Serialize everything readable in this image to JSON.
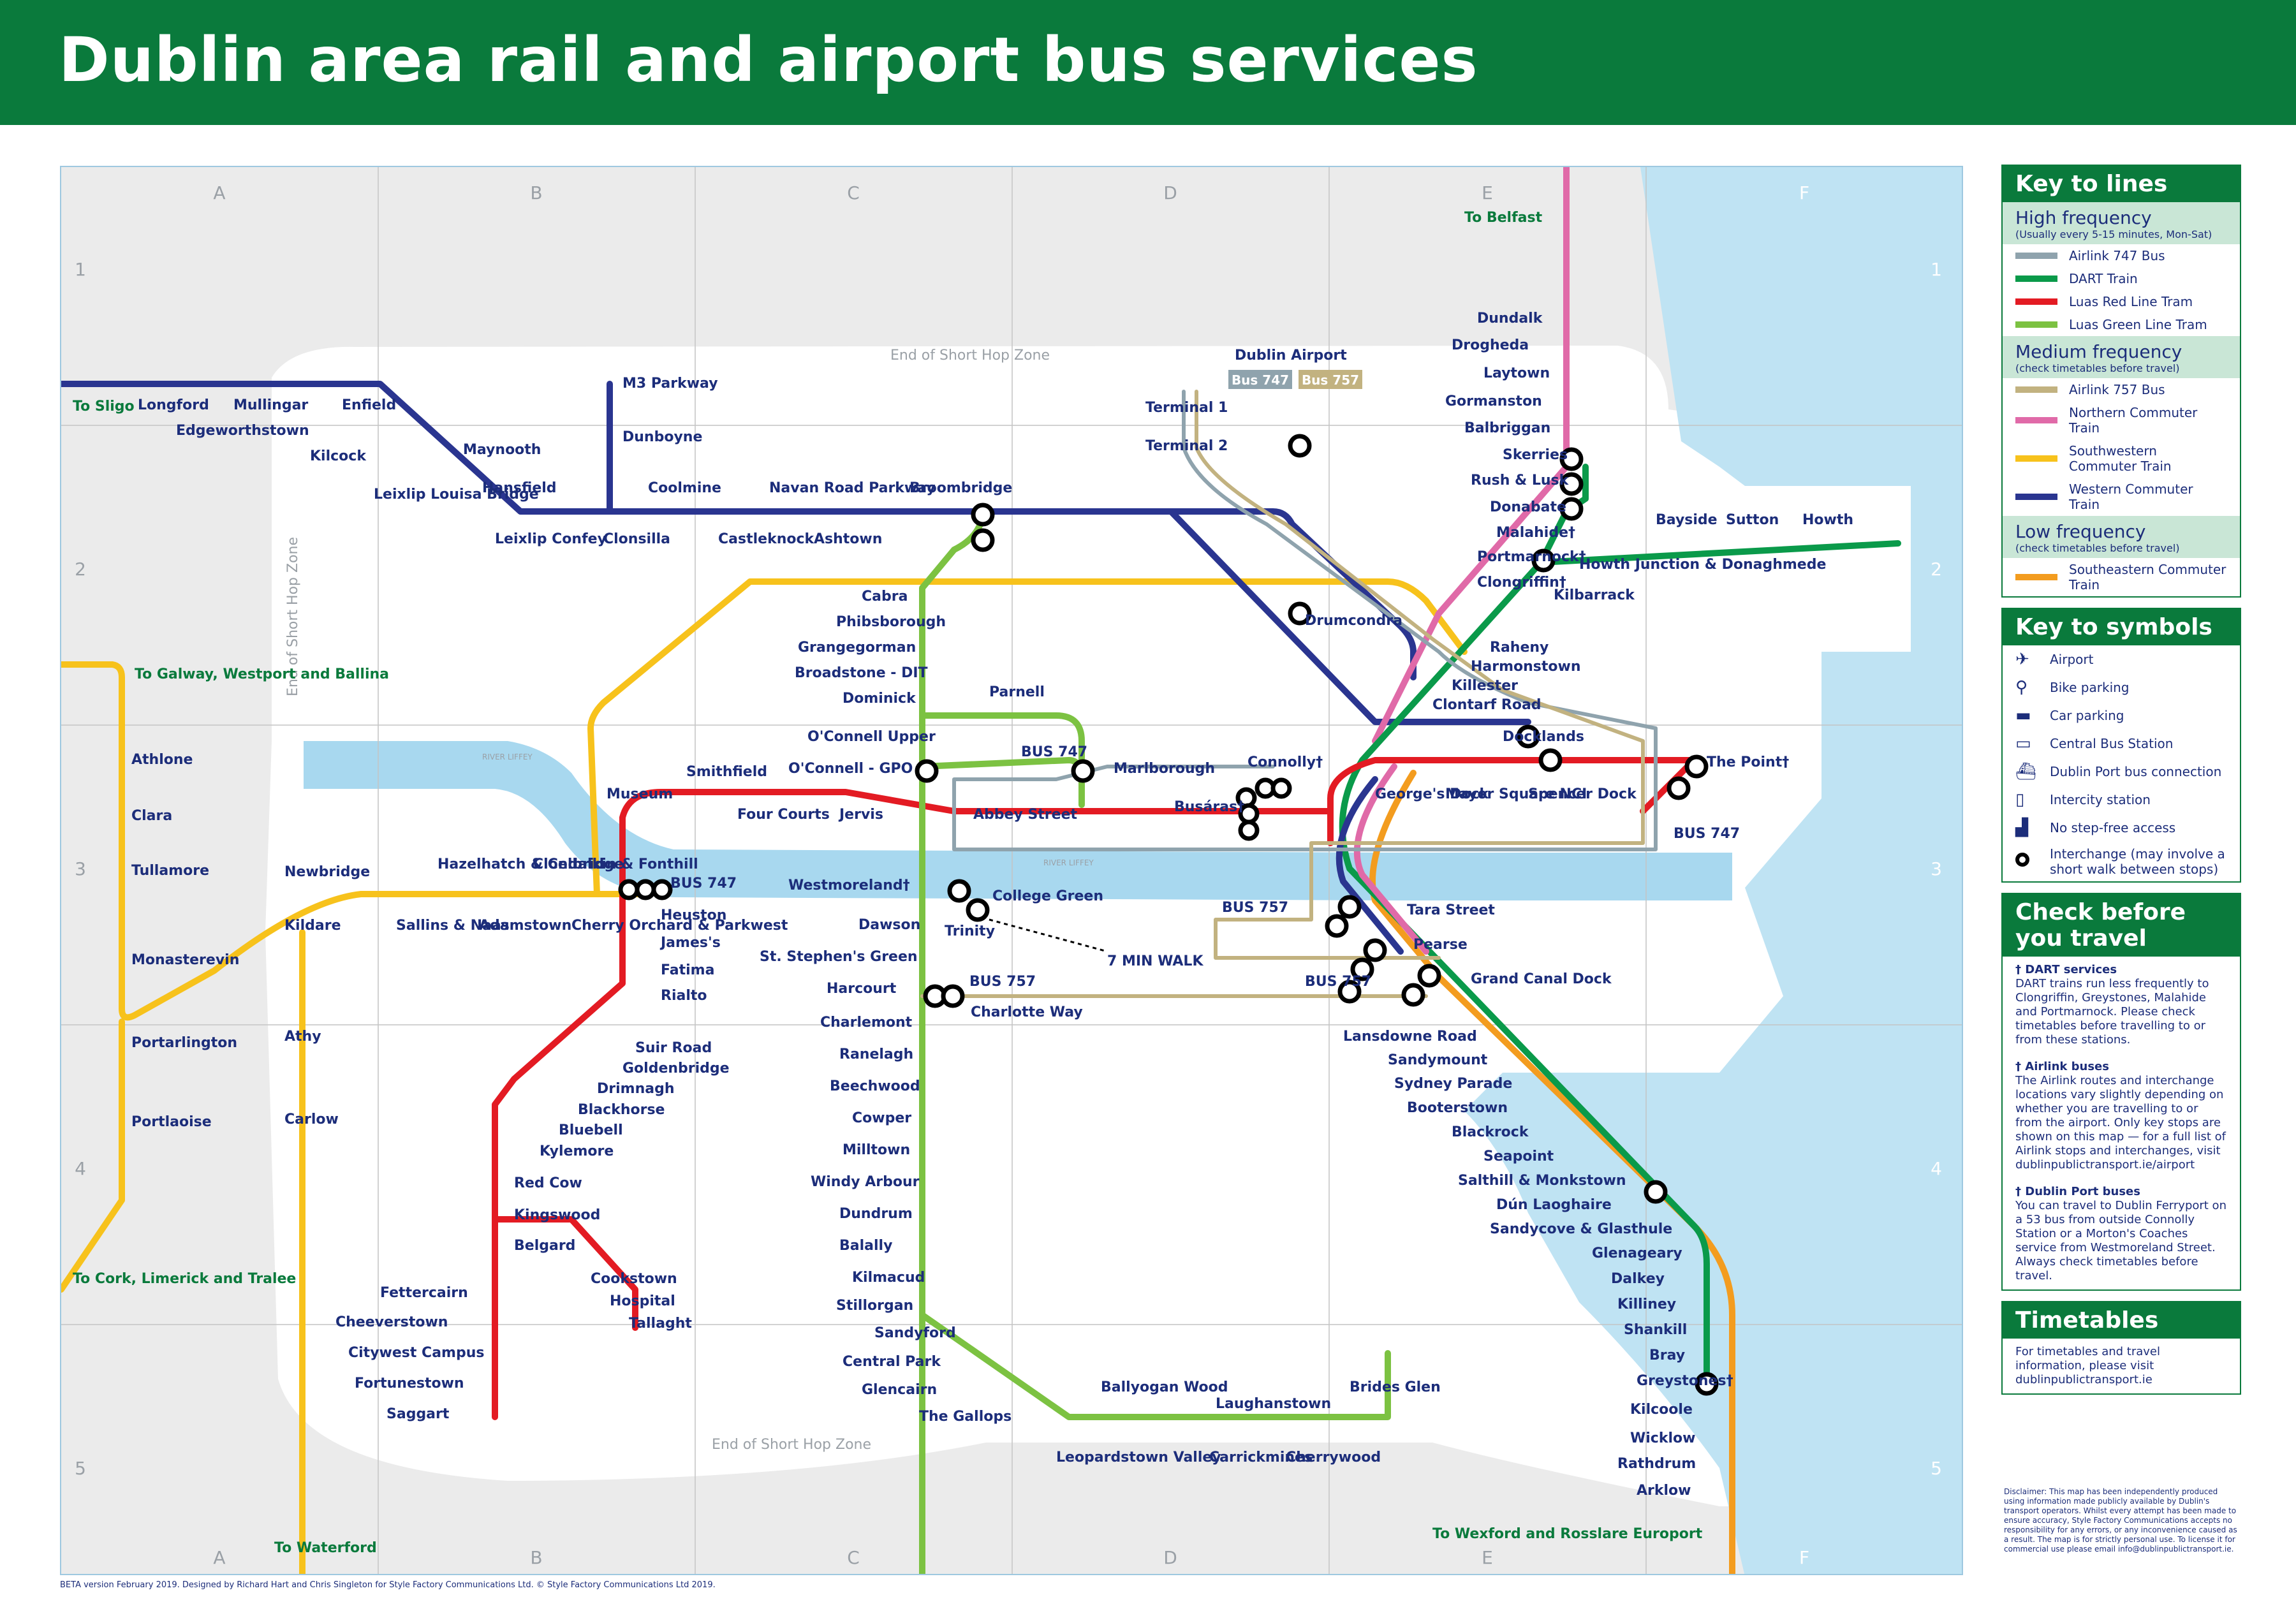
{
  "title": "Dublin area rail and airport bus services",
  "grid": {
    "columns": [
      "A",
      "B",
      "C",
      "D",
      "E",
      "F"
    ],
    "rows": [
      "1",
      "2",
      "3",
      "4",
      "5"
    ]
  },
  "zones": {
    "short_hop_top": "End of Short Hop Zone",
    "short_hop_left": "End of Short Hop Zone",
    "short_hop_bottom": "End of Short Hop Zone",
    "river_liffey": "RIVER LIFFEY"
  },
  "walk_label": "7 MIN WALK",
  "bus_tags": {
    "bus747": "Bus 747",
    "bus757": "Bus 757",
    "small747": "BUS 747",
    "small757": "BUS 757"
  },
  "colors": {
    "airlink747": "#8fa3ad",
    "dart": "#0a9a4a",
    "luas_red": "#e31b23",
    "luas_green": "#7cc242",
    "airlink757": "#c2b280",
    "northern": "#e06aa8",
    "southwestern": "#f7c21c",
    "western": "#2a3590",
    "southeastern": "#f39c1f",
    "brand": "#0a7a3c",
    "label": "#1c2d7a",
    "sea": "#bfe3f3"
  },
  "destinations": {
    "to_sligo": "To Sligo",
    "to_belfast": "To Belfast",
    "to_galway": "To Galway, Westport and Ballina",
    "to_cork": "To Cork, Limerick and Tralee",
    "to_waterford": "To Waterford",
    "to_wexford": "To Wexford and Rosslare Europort"
  },
  "stations": {
    "western": [
      "Longford",
      "Mullingar",
      "Enfield",
      "Edgeworthstown",
      "Kilcock",
      "Maynooth",
      "Leixlip Louisa Bridge",
      "Hansfield",
      "Leixlip Confey",
      "Clonsilla",
      "Coolmine",
      "Castleknock",
      "Navan Road Parkway",
      "Ashtown",
      "Broombridge",
      "M3 Parkway",
      "Dunboyne",
      "Drumcondra",
      "Docklands"
    ],
    "airport": [
      "Dublin Airport",
      "Terminal 1",
      "Terminal 2"
    ],
    "northern": [
      "Dundalk",
      "Drogheda",
      "Laytown",
      "Gormanston",
      "Balbriggan",
      "Skerries",
      "Rush & Lusk",
      "Donabate",
      "Malahide†",
      "Portmarnock†",
      "Clongriffin†"
    ],
    "dart_north": [
      "Bayside",
      "Sutton",
      "Howth",
      "Howth Junction & Donaghmede",
      "Kilbarrack",
      "Raheny",
      "Harmonstown",
      "Killester",
      "Clontarf Road",
      "Connolly†",
      "Tara Street",
      "Pearse",
      "Grand Canal Dock",
      "Lansdowne Road",
      "Sandymount",
      "Sydney Parade",
      "Booterstown",
      "Blackrock",
      "Seapoint",
      "Salthill & Monkstown",
      "Dún Laoghaire",
      "Sandycove & Glasthule",
      "Glenageary",
      "Dalkey",
      "Killiney",
      "Shankill",
      "Bray",
      "Greystones†",
      "Kilcoole",
      "Wicklow",
      "Rathdrum",
      "Arklow"
    ],
    "red": [
      "The Point†",
      "George's Dock",
      "Mayor Square NCI",
      "Spencer Dock",
      "Busáras†",
      "Abbey Street",
      "Jervis",
      "Four Courts",
      "Smithfield",
      "Museum",
      "Heuston",
      "James's",
      "Fatima",
      "Rialto",
      "Suir Road",
      "Goldenbridge",
      "Drimnagh",
      "Blackhorse",
      "Bluebell",
      "Kylemore",
      "Red Cow",
      "Kingswood",
      "Belgard",
      "Cookstown",
      "Hospital",
      "Tallaght",
      "Fettercairn",
      "Cheeverstown",
      "Citywest Campus",
      "Fortunestown",
      "Saggart"
    ],
    "green": [
      "Cabra",
      "Phibsborough",
      "Grangegorman",
      "Broadstone - DIT",
      "Dominick",
      "Parnell",
      "O'Connell Upper",
      "O'Connell - GPO",
      "Marlborough",
      "Westmoreland†",
      "Trinity",
      "College Green",
      "Dawson",
      "St. Stephen's Green",
      "Harcourt",
      "Charlotte Way",
      "Charlemont",
      "Ranelagh",
      "Beechwood",
      "Cowper",
      "Milltown",
      "Windy Arbour",
      "Dundrum",
      "Balally",
      "Kilmacud",
      "Stillorgan",
      "Sandyford",
      "Central Park",
      "Glencairn",
      "The Gallops",
      "Leopardstown Valley",
      "Ballyogan Wood",
      "Carrickmines",
      "Laughanstown",
      "Cherrywood",
      "Brides Glen"
    ],
    "southwestern": [
      "Athlone",
      "Clara",
      "Tullamore",
      "Monasterevin",
      "Portarlington",
      "Portlaoise",
      "Newbridge",
      "Hazelhatch & Celbridge",
      "Clondalkin & Fonthill",
      "Kildare",
      "Sallins & Naas",
      "Adamstown",
      "Cherry Orchard & Parkwest",
      "Athy",
      "Carlow"
    ]
  },
  "key_lines": {
    "title": "Key to lines",
    "groups": [
      {
        "name": "High frequency",
        "note": "(Usually every 5-15 minutes, Mon-Sat)",
        "items": [
          [
            "Airlink 747 Bus",
            "airlink747"
          ],
          [
            "DART Train",
            "dart"
          ],
          [
            "Luas Red Line Tram",
            "luas_red"
          ],
          [
            "Luas Green Line Tram",
            "luas_green"
          ]
        ]
      },
      {
        "name": "Medium frequency",
        "note": "(check timetables before travel)",
        "items": [
          [
            "Airlink 757 Bus",
            "airlink757"
          ],
          [
            "Northern Commuter Train",
            "northern"
          ],
          [
            "Southwestern Commuter Train",
            "southwestern"
          ],
          [
            "Western Commuter Train",
            "western"
          ]
        ]
      },
      {
        "name": "Low frequency",
        "note": "(check timetables before travel)",
        "items": [
          [
            "Southeastern Commuter Train",
            "southeastern"
          ]
        ]
      }
    ]
  },
  "key_symbols": {
    "title": "Key to symbols",
    "items": [
      {
        "icon": "airplane-icon",
        "glyph": "✈",
        "label": "Airport"
      },
      {
        "icon": "bike-icon",
        "glyph": "⚲",
        "label": "Bike parking"
      },
      {
        "icon": "car-icon",
        "glyph": "▬",
        "label": "Car parking"
      },
      {
        "icon": "bus-icon",
        "glyph": "▭",
        "label": "Central Bus Station"
      },
      {
        "icon": "ship-icon",
        "glyph": "⛴",
        "label": "Dublin Port bus connection"
      },
      {
        "icon": "train-icon",
        "glyph": "▯",
        "label": "Intercity station"
      },
      {
        "icon": "steps-icon",
        "glyph": "▟",
        "label": "No step-free access"
      },
      {
        "icon": "interchange-icon",
        "glyph": "",
        "label": "Interchange (may involve a short walk between stops)"
      }
    ]
  },
  "check": {
    "title": "Check before you travel",
    "notes": [
      {
        "head": "† DART services",
        "body": "DART trains run less frequently to Clongriffin, Greystones, Malahide and Portmarnock. Please check timetables before travelling to or from these stations."
      },
      {
        "head": "† Airlink buses",
        "body": "The Airlink routes and interchange locations vary slightly depending on whether you are travelling to or from the airport. Only key stops are shown on this map — for a full list of Airlink stops and interchanges, visit dublinpublictransport.ie/airport"
      },
      {
        "head": "† Dublin Port buses",
        "body": "You can travel to Dublin Ferryport on a 53 bus from outside Connolly Station or a Morton's Coaches service from Westmoreland Street. Always check timetables before travel."
      }
    ]
  },
  "timetables": {
    "title": "Timetables",
    "body": "For timetables and travel information, please visit dublinpublictransport.ie"
  },
  "disclaimer": "Disclaimer: This map has been independently produced using information made publicly available by Dublin's transport operators. Whilst every attempt has been made to ensure accuracy, Style Factory Communications accepts no responsibility for any errors, or any inconvenience caused as a result. The map is for strictly personal use. To license it for commercial use please email info@dublinpublictransport.ie.",
  "footer": "BETA version February 2019. Designed by Richard Hart and Chris Singleton for Style Factory Communications Ltd. © Style Factory Communications Ltd 2019."
}
